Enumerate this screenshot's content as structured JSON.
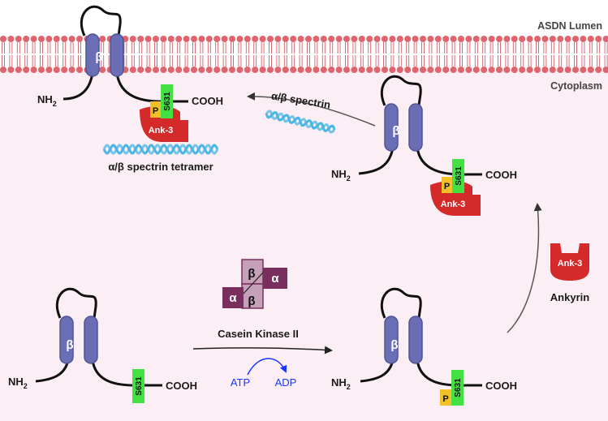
{
  "regions": {
    "lumen": "ASDN Lumen",
    "cytoplasm": "Cytoplasm"
  },
  "labels": {
    "beta": "β",
    "alpha": "α",
    "nh2": "NH",
    "nh2_sub": "2",
    "cooh": "COOH",
    "s631": "S631",
    "phospho": "P",
    "ank3": "Ank-3",
    "spectrin": "α/β spectrin",
    "spectrin_tetramer": "α/β spectrin tetramer",
    "ankyrin": "Ankyrin",
    "kinase": "Casein Kinase II",
    "atp": "ATP",
    "adp": "ADP"
  },
  "colors": {
    "background": "#fbeef4",
    "membrane_head": "#e0646e",
    "membrane_tail": "#d45c67",
    "beta_subunit": "#6a6eb5",
    "beta_subunit_dark": "#4f5396",
    "s631_tag": "#43e043",
    "phospho_tag": "#f2c128",
    "ank3": "#d42a2a",
    "spectrin": "#49b6e4",
    "kinase_alpha": "#7a2e5e",
    "kinase_beta": "#c5a0b8",
    "atp_arrow": "#1a35ff"
  }
}
